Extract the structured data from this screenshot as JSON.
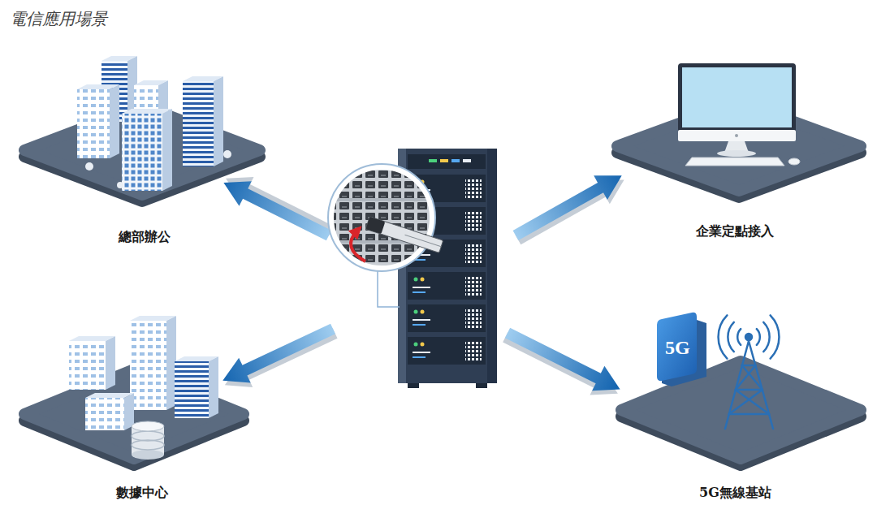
{
  "diagram": {
    "title": "電信應用場景",
    "nodes": [
      {
        "text": [
          "總部辦公"
        ]
      },
      {
        "text": [
          "企業定點接入"
        ]
      },
      {
        "text": [
          "數據中心"
        ]
      },
      {
        "text": [
          "5G無線基站"
        ]
      }
    ],
    "labels": [
      "5G"
    ]
  }
}
